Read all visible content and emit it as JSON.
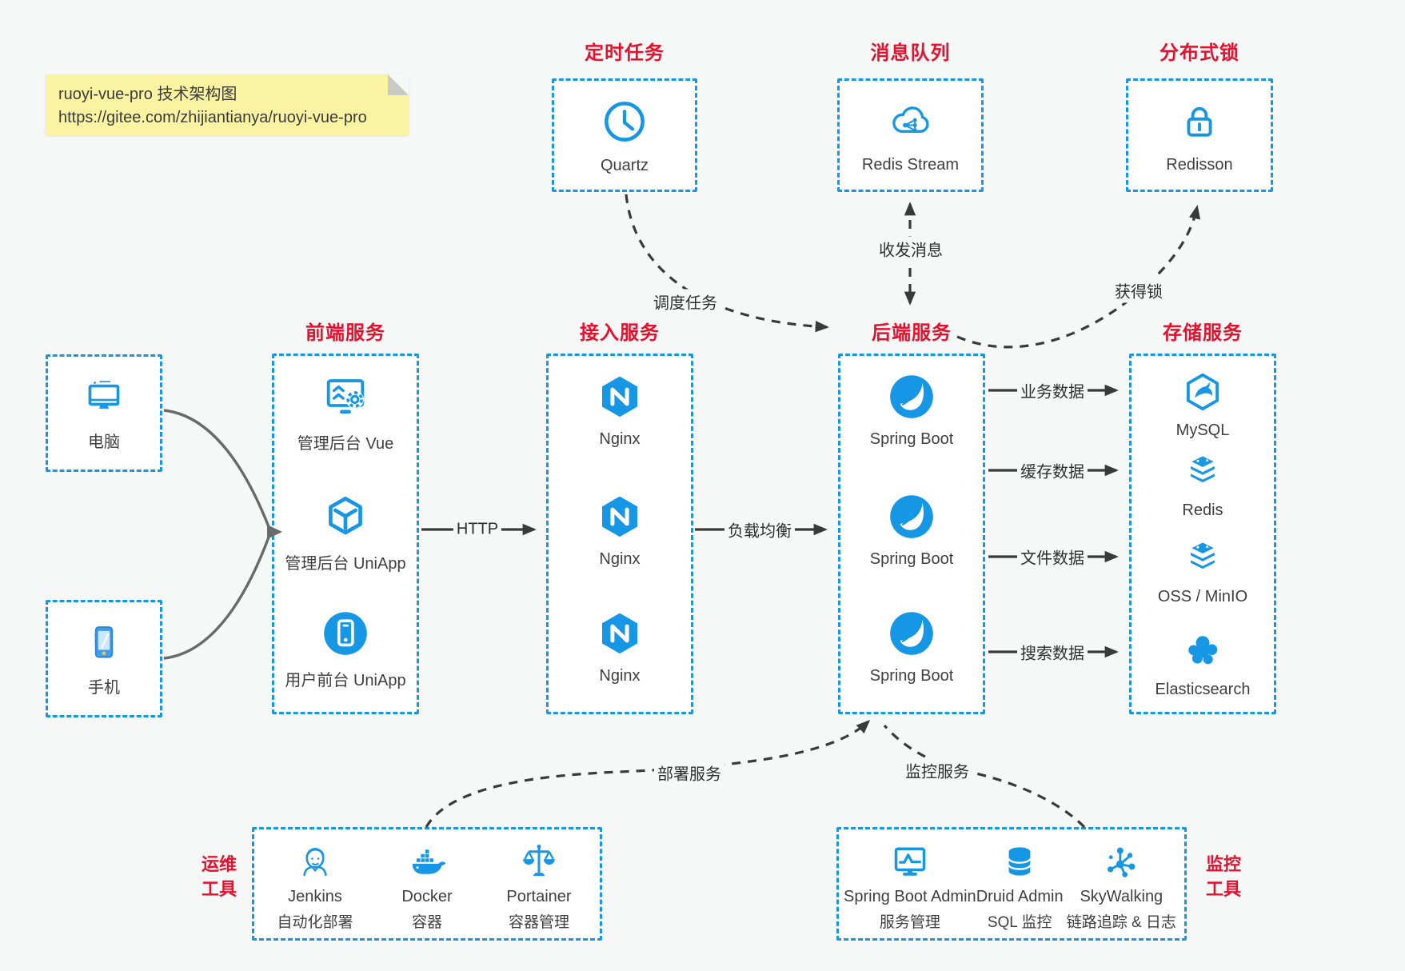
{
  "note": {
    "line1": "ruoyi-vue-pro 技术架构图",
    "line2": "https://gitee.com/zhijiantianya/ruoyi-vue-pro"
  },
  "palette": {
    "blue": "#1697e5",
    "red": "#e8112d",
    "line": "#3a3a3a"
  },
  "icons": {
    "scheduler": "clock",
    "mq": "cloud-hub",
    "lock": "padlock",
    "client_pc": "desktop-monitor",
    "client_mobile": "smartphone",
    "frontend": [
      "admin-monitor-gear",
      "cube",
      "phone-in-circle"
    ],
    "access": "nginx-hexagon",
    "backend": "spring-leaf",
    "storage": [
      "mysql-dolphin-hexagon",
      "redis-stack",
      "redis-stack",
      "elastic-cluster"
    ],
    "ops": [
      "jenkins-butler",
      "docker-whale",
      "portainer-scales"
    ],
    "mon": [
      "monitor-pulse",
      "database-cylinder",
      "molecule-nodes"
    ]
  },
  "groups": {
    "scheduler": {
      "title": "定时任务",
      "item": "Quartz"
    },
    "mq": {
      "title": "消息队列",
      "item": "Redis Stream"
    },
    "lock": {
      "title": "分布式锁",
      "item": "Redisson"
    }
  },
  "clients": [
    {
      "label": "电脑"
    },
    {
      "label": "手机"
    }
  ],
  "cols": {
    "frontend": {
      "title": "前端服务",
      "items": [
        "管理后台 Vue",
        "管理后台 UniApp",
        "用户前台 UniApp"
      ]
    },
    "access": {
      "title": "接入服务",
      "items": [
        "Nginx",
        "Nginx",
        "Nginx"
      ]
    },
    "backend": {
      "title": "后端服务",
      "items": [
        "Spring Boot",
        "Spring Boot",
        "Spring Boot"
      ]
    },
    "storage": {
      "title": "存储服务",
      "items": [
        "MySQL",
        "Redis",
        "OSS / MinIO",
        "Elasticsearch"
      ]
    }
  },
  "edges": {
    "http": "HTTP",
    "lb": "负载均衡",
    "schedule": "调度任务",
    "message": "收发消息",
    "lock": "获得锁",
    "deploy": "部署服务",
    "monitor": "监控服务",
    "data": [
      "业务数据",
      "缓存数据",
      "文件数据",
      "搜索数据"
    ]
  },
  "ops": {
    "label_line1": "运维",
    "label_line2": "工具",
    "items": [
      {
        "name": "Jenkins",
        "desc": "自动化部署"
      },
      {
        "name": "Docker",
        "desc": "容器"
      },
      {
        "name": "Portainer",
        "desc": "容器管理"
      }
    ]
  },
  "mon": {
    "label_line1": "监控",
    "label_line2": "工具",
    "items": [
      {
        "name": "Spring Boot Admin",
        "desc": "服务管理"
      },
      {
        "name": "Druid Admin",
        "desc": "SQL 监控"
      },
      {
        "name": "SkyWalking",
        "desc": "链路追踪 & 日志"
      }
    ]
  }
}
